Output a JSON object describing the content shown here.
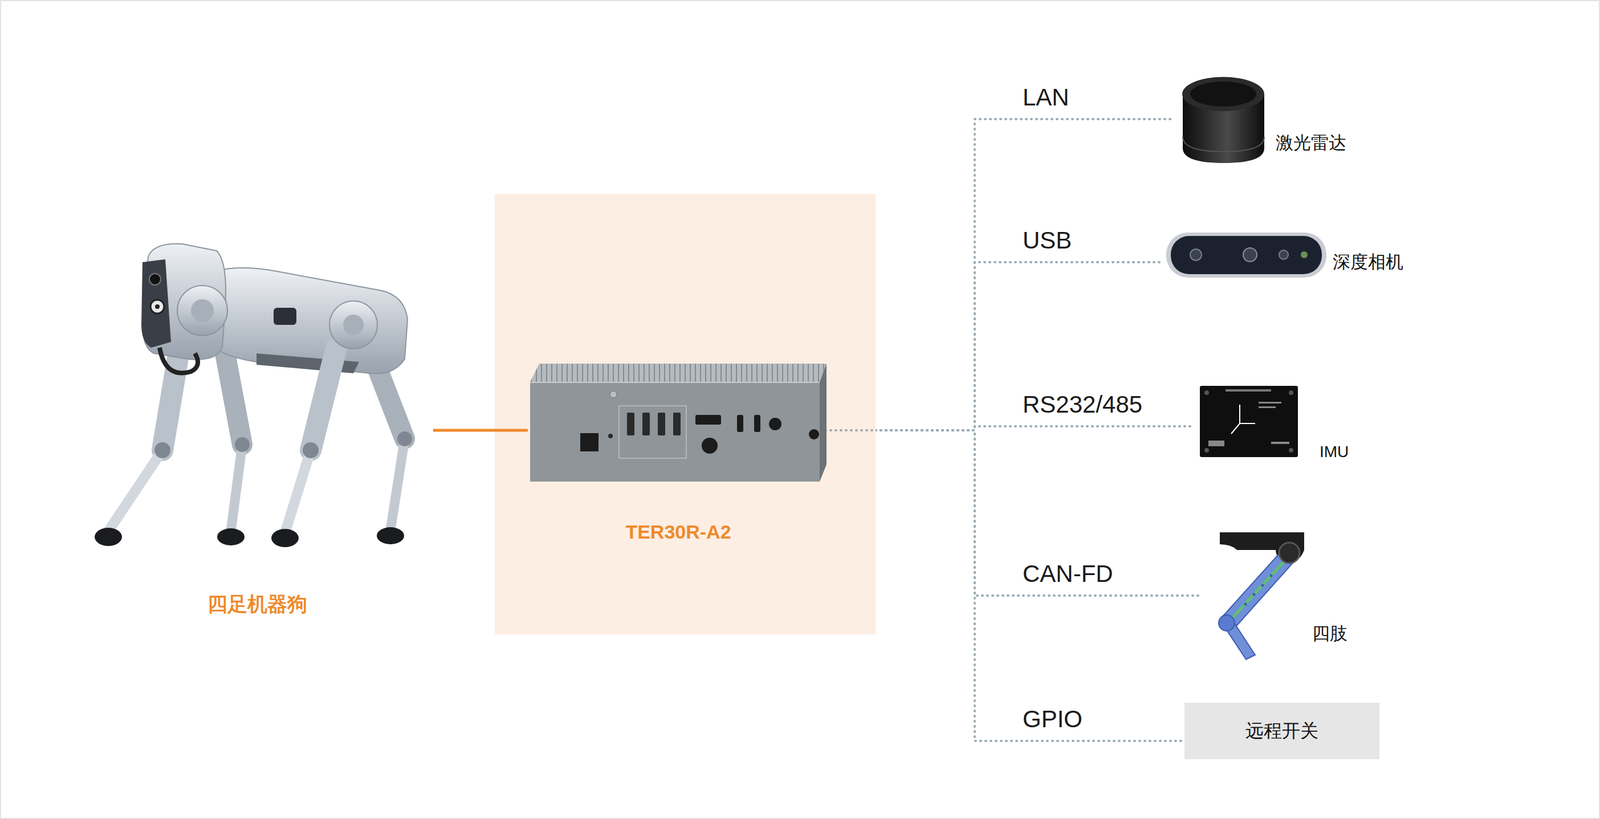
{
  "diagram": {
    "nodes": [
      {
        "text": [
          "四足机器狗"
        ]
      },
      {
        "text": [
          "TER30R-A2"
        ]
      },
      {
        "text": [
          "激光雷达"
        ]
      },
      {
        "text": [
          "深度相机"
        ]
      },
      {
        "text": [
          "IMU"
        ]
      },
      {
        "text": [
          "四肢"
        ]
      },
      {
        "text": [
          "远程开关"
        ]
      }
    ],
    "edges": [
      {
        "from": 0,
        "to": 1,
        "arrow": "none"
      },
      {
        "from": 1,
        "to": 2,
        "label": "LAN",
        "arrow": "none"
      },
      {
        "from": 1,
        "to": 3,
        "label": "USB",
        "arrow": "none"
      },
      {
        "from": 1,
        "to": 4,
        "label": "RS232/485",
        "arrow": "none"
      },
      {
        "from": 1,
        "to": 5,
        "label": "CAN-FD",
        "arrow": "none"
      },
      {
        "from": 1,
        "to": 6,
        "label": "GPIO",
        "arrow": "none"
      }
    ]
  }
}
